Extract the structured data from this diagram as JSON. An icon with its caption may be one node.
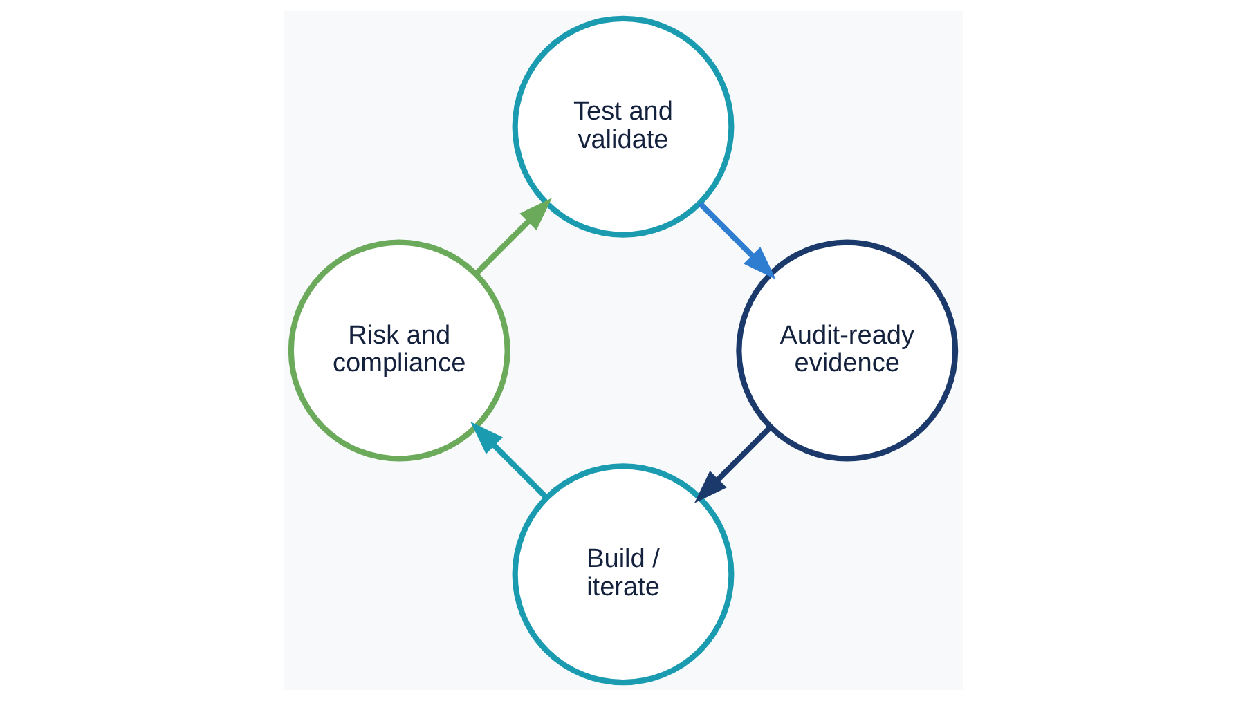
{
  "diagram": {
    "nodes": [
      {
        "text": [
          "Build / iterate"
        ]
      },
      {
        "text": [
          "Risk and compliance"
        ]
      },
      {
        "text": [
          "Test and validate"
        ]
      },
      {
        "text": [
          "Audit-ready evidence"
        ]
      }
    ],
    "edges": [
      {
        "from": 0,
        "to": 1,
        "arrow": "to",
        "color": "#1a9bb0"
      },
      {
        "from": 1,
        "to": 2,
        "arrow": "to",
        "color": "#6aaa5a"
      },
      {
        "from": 2,
        "to": 3,
        "arrow": "to",
        "color": "#2e7dd1"
      },
      {
        "from": 3,
        "to": 0,
        "arrow": "to",
        "color": "#1b3a6b"
      }
    ]
  }
}
